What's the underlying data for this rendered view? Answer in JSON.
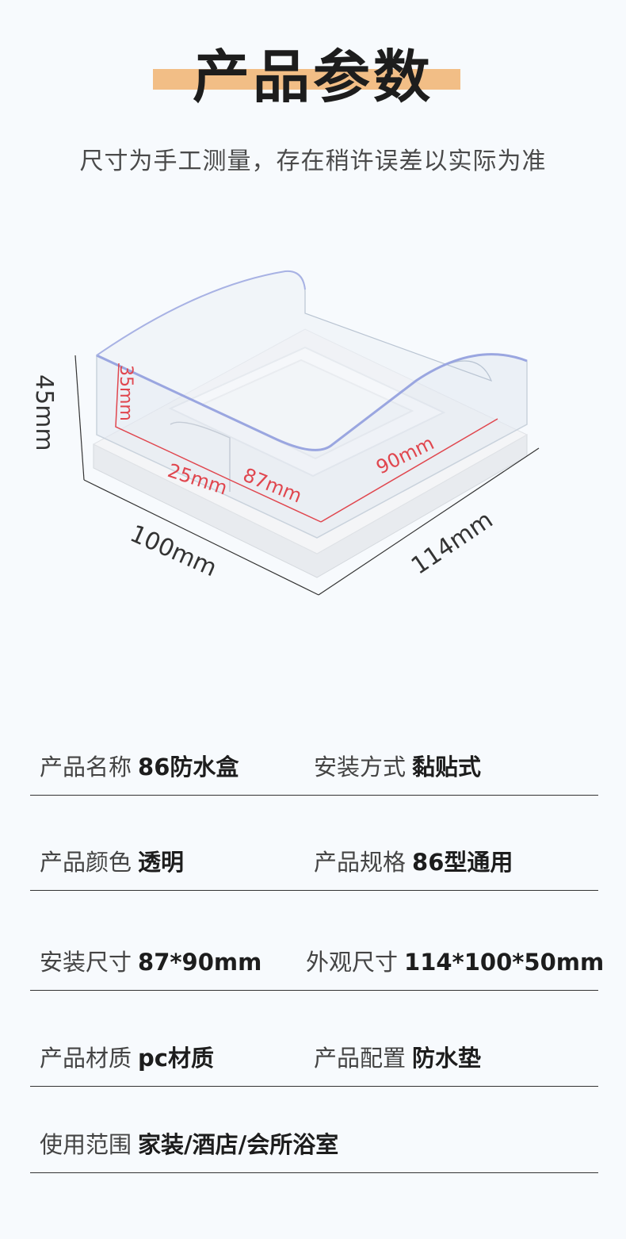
{
  "header": {
    "title": "产品参数",
    "subtitle": "尺寸为手工测量，存在稍许误差以实际为准"
  },
  "diagram": {
    "height_label": "45mm",
    "inner_height_label": "35mm",
    "opening_label": "25mm",
    "inner_width_label": "87mm",
    "inner_depth_label": "90mm",
    "width_label": "100mm",
    "depth_label": "114mm"
  },
  "colors": {
    "accent_bar": "#f2be86",
    "dimension_red": "#e0464e"
  },
  "specs": [
    {
      "k1": "产品名称",
      "v1": "86防水盒",
      "k2": "安装方式",
      "v2": "黏贴式"
    },
    {
      "k1": "产品颜色",
      "v1": "透明",
      "k2": "产品规格",
      "v2": "86型通用"
    },
    {
      "k1": "安装尺寸",
      "v1": "87*90mm",
      "k2": "外观尺寸",
      "v2": "114*100*50mm"
    },
    {
      "k1": "产品材质",
      "v1": "pc材质",
      "k2": "产品配置",
      "v2": "防水垫"
    },
    {
      "k1": "使用范围",
      "v1": "家装/酒店/会所浴室"
    }
  ]
}
